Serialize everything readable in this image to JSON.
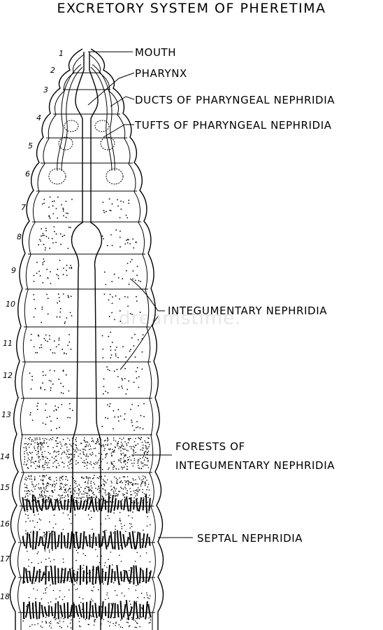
{
  "title": "EXCRETORY SYSTEM OF PHERETIMA",
  "watermark": "dreamstime.",
  "labels": {
    "mouth": "MOUTH",
    "pharynx": "PHARYNX",
    "ducts": "DUCTS OF PHARYNGEAL NEPHRIDIA",
    "tufts": "TUFTS OF PHARYNGEAL NEPHRIDIA",
    "integumentary": "INTEGUMENTARY  NEPHRIDIA",
    "forests_line1": "FORESTS OF",
    "forests_line2": "INTEGUMENTARY  NEPHRIDIA",
    "septal": "SEPTAL NEPHRIDIA"
  },
  "segments": [
    "1",
    "2",
    "3",
    "4",
    "5",
    "6",
    "7",
    "8",
    "9",
    "10",
    "11",
    "12",
    "13",
    "14",
    "15",
    "16",
    "17",
    "18"
  ]
}
